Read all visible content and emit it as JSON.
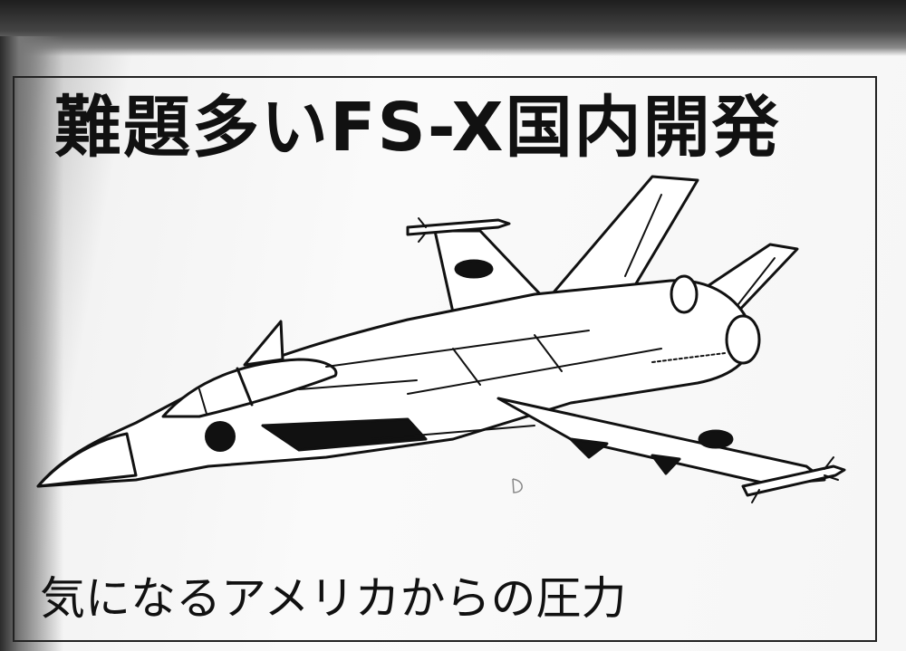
{
  "article": {
    "headline": "難題多いFS-X国内開発",
    "subheadline": "気になるアメリカからの圧力"
  },
  "illustration": {
    "subject-icon": "fighter-jet-line-drawing",
    "insignia-icon": "hinomaru-roundel",
    "ink_color": "#111111",
    "paper_color": "#f7f7f7"
  }
}
